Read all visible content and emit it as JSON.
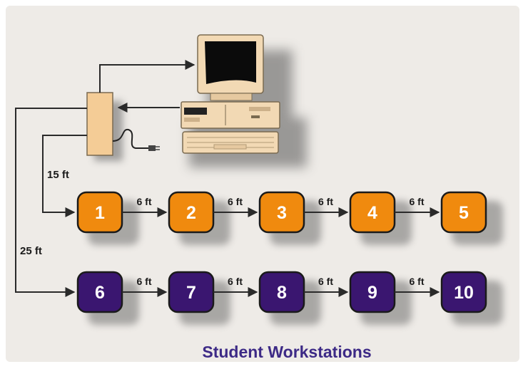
{
  "caption": "Student Workstations",
  "distances": {
    "to_row1": "15 ft",
    "to_row2": "25 ft",
    "between": "6 ft"
  },
  "rows": [
    {
      "color": "#f08a0e",
      "stations": [
        "1",
        "2",
        "3",
        "4",
        "5"
      ]
    },
    {
      "color": "#3a1670",
      "stations": [
        "6",
        "7",
        "8",
        "9",
        "10"
      ]
    }
  ],
  "colors": {
    "background": "#eeebe7",
    "line": "#2a2a2a",
    "caption": "#3d2a86",
    "hub": "#f4cc96",
    "computer": "#f2d9b4",
    "screen": "#0b0b0b"
  },
  "icons": {
    "computer": "desktop-computer-icon",
    "hub": "connection-hub-icon",
    "cable": "cable-plug-icon"
  }
}
